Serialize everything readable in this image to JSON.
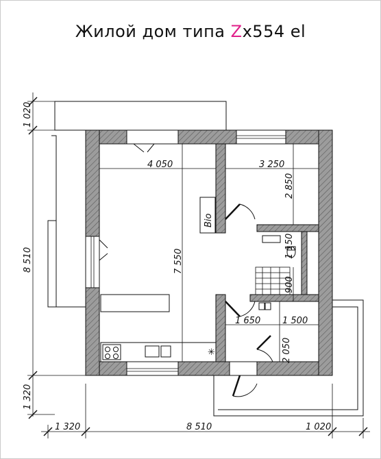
{
  "title": {
    "prefix": "Жилой дом типа ",
    "accent": "Z",
    "suffix": "x554 el"
  },
  "colors": {
    "wall": "#9c9c9c",
    "hatch": "#5a5a5a",
    "line": "#111111",
    "accent": "#e0208a"
  },
  "dimensions": {
    "top_left": "1 020",
    "left_total": "8 510",
    "bottom_left": "1 320",
    "bottom_1": "1 320",
    "bottom_2": "8 510",
    "bottom_3": "1 020",
    "living_width": "4 050",
    "living_depth": "7 550",
    "room_width": "3 250",
    "room_depth": "2 850",
    "bath_depth": "1 150",
    "stair_depth": "900",
    "hall_width": "1 650",
    "room2_width": "1 500",
    "room2_depth": "2 050"
  },
  "labels": {
    "bio": "Bio"
  },
  "icons": {
    "sink": "sink-icon",
    "stove": "stove-icon",
    "toilet": "toilet-icon"
  }
}
